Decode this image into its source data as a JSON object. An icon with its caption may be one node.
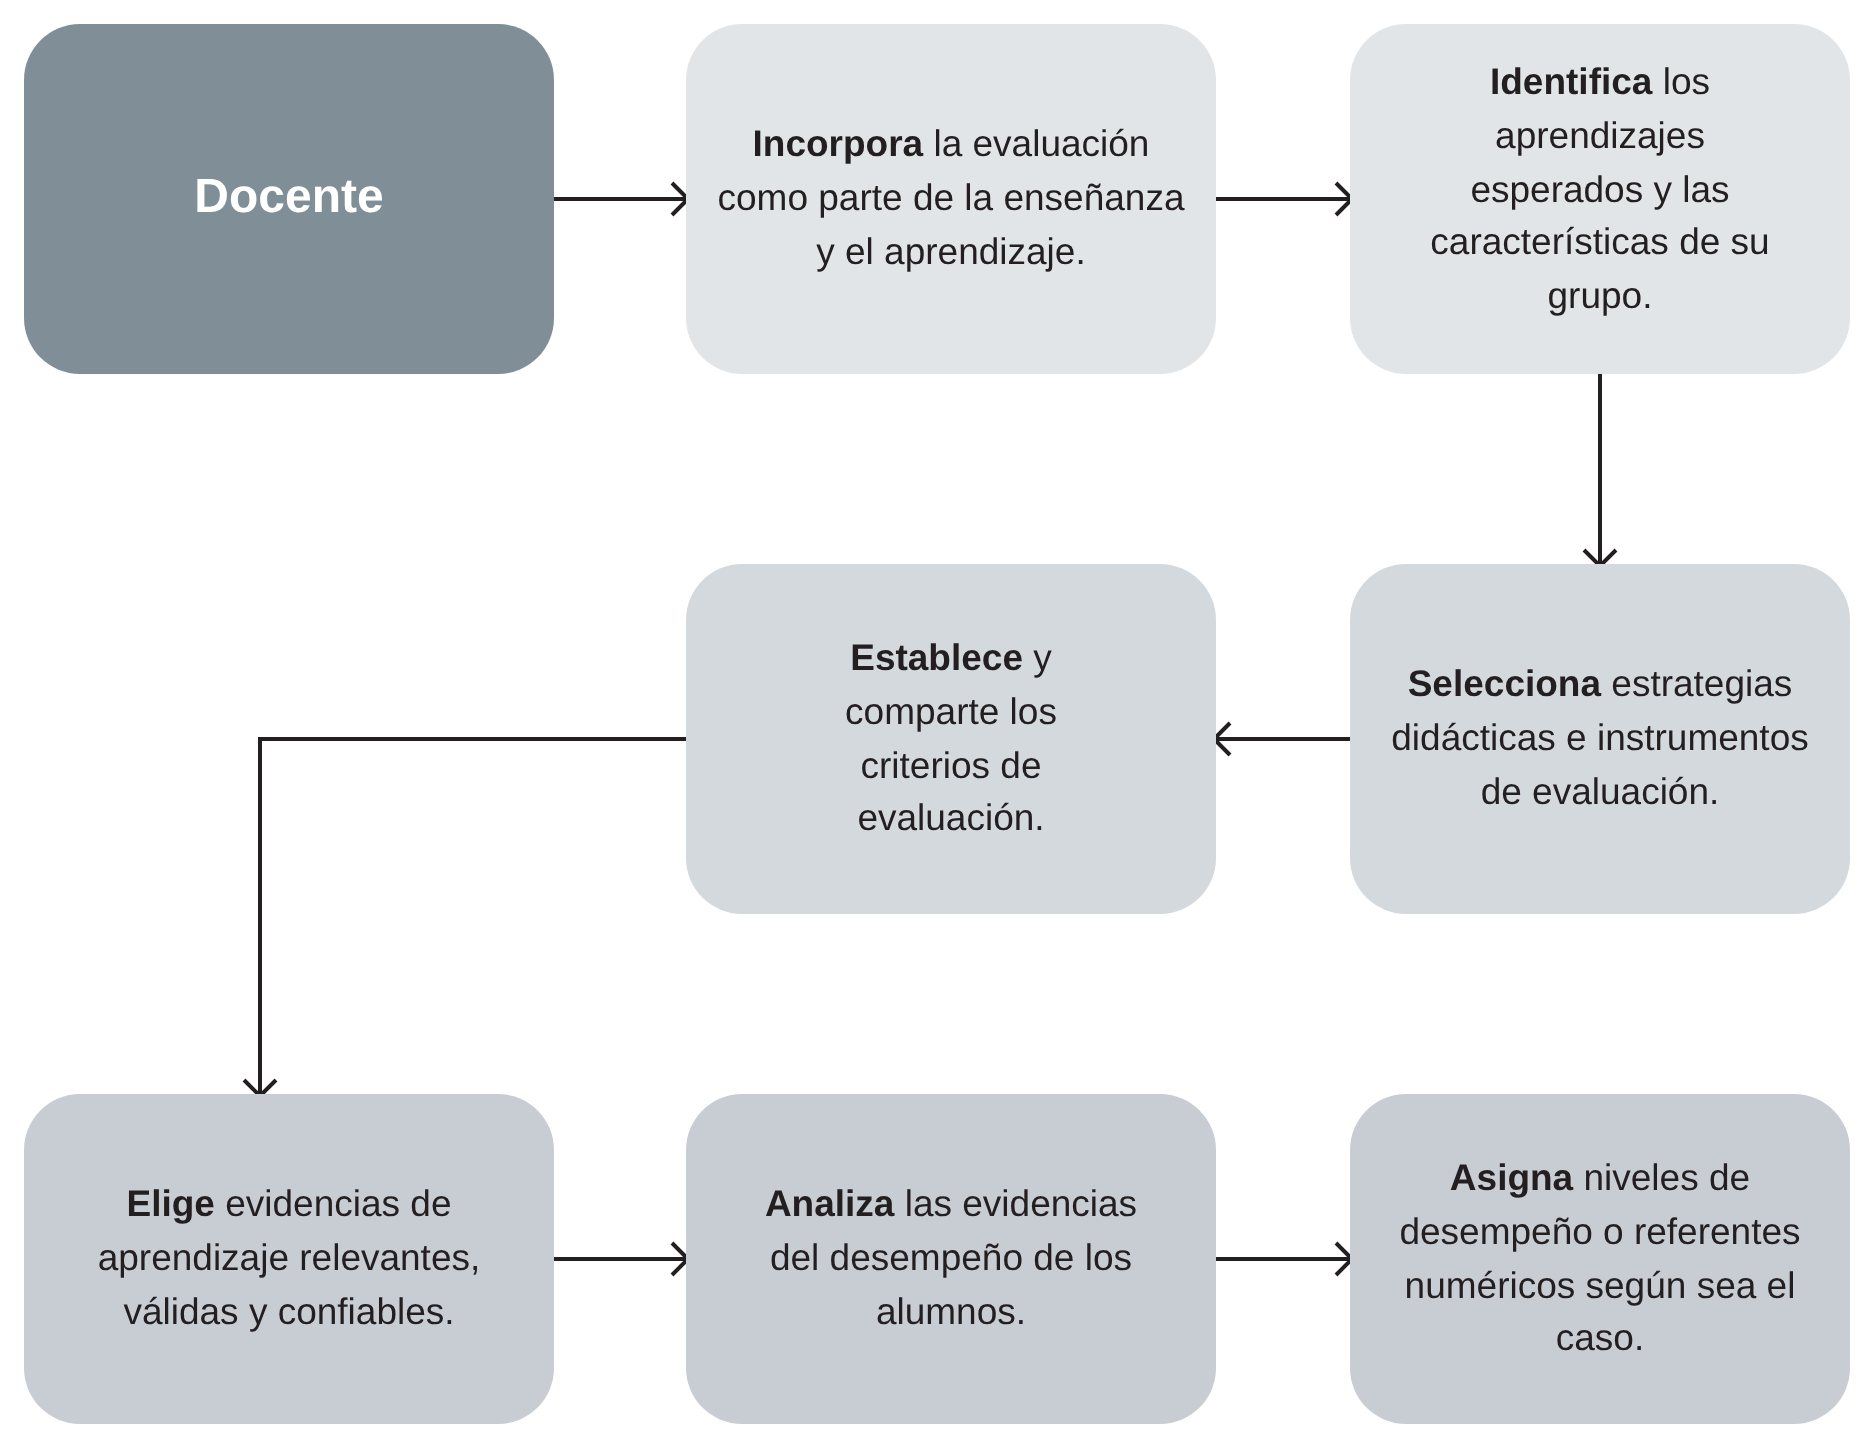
{
  "diagram": {
    "nodes": [
      {
        "text": [
          "Docente"
        ]
      },
      {
        "text": [
          "**Incorpora** la evaluación como parte de la enseñanza y el aprendizaje."
        ]
      },
      {
        "text": [
          "**Identifica** los aprendizajes esperados y las características de su grupo."
        ]
      },
      {
        "text": [
          "**Establece** y comparte los criterios de evaluación."
        ]
      },
      {
        "text": [
          "**Selecciona** estrategias didácticas e instrumentos de evaluación."
        ]
      },
      {
        "text": [
          "**Elige** evidencias de aprendizaje relevantes, válidas y confiables."
        ]
      },
      {
        "text": [
          "**Analiza** las evidencias del desempeño de los alumnos."
        ]
      },
      {
        "text": [
          "**Asigna** niveles de desempeño o referentes numéricos según sea el caso."
        ]
      }
    ],
    "edges": [
      {
        "from": 0,
        "to": 1,
        "arrow": "to"
      },
      {
        "from": 1,
        "to": 2,
        "arrow": "to"
      },
      {
        "from": 2,
        "to": 4,
        "arrow": "to"
      },
      {
        "from": 4,
        "to": 3,
        "arrow": "to"
      },
      {
        "from": 3,
        "to": 5,
        "arrow": "to"
      },
      {
        "from": 5,
        "to": 6,
        "arrow": "to"
      },
      {
        "from": 6,
        "to": 7,
        "arrow": "to"
      }
    ]
  }
}
